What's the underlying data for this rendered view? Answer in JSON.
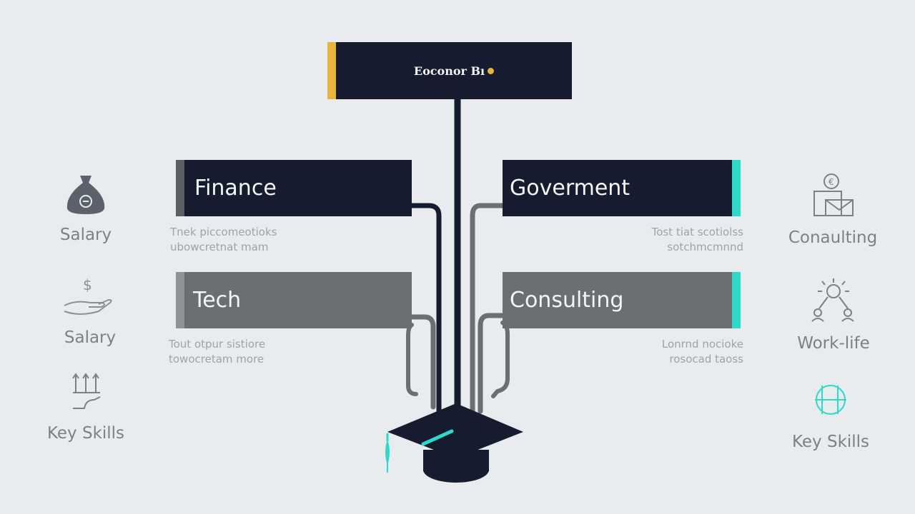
{
  "title": "Eoconor Bı",
  "colors": {
    "background": "#e9ecef",
    "dark_box": "#151c2d",
    "grey_box": "#6b6e72",
    "title_accent": "#e8b53c",
    "teal_accent": "#2fd8c8"
  },
  "branches": [
    {
      "label": "Finance",
      "desc": "Tnek piccomeotioks\nubowcretnat mam"
    },
    {
      "label": "Goverment",
      "desc": "Tost tiat scotiolss\nsotchmcmnnd"
    },
    {
      "label": "Tech",
      "desc": "Tout otpur sistiore\ntowocretam more"
    },
    {
      "label": "Consulting",
      "desc": "Lonrnd nocioke\nrosocad taoss"
    }
  ],
  "left_icons": [
    {
      "label": "Salary",
      "icon": "money-bag-icon"
    },
    {
      "label": "Salary",
      "icon": "hand-dollar-icon"
    },
    {
      "label": "Key Skills",
      "icon": "growth-arrows-icon"
    }
  ],
  "right_icons": [
    {
      "label": "Conaulting",
      "icon": "briefcase-person-icon"
    },
    {
      "label": "Work-life",
      "icon": "balance-people-icon"
    },
    {
      "label": "Key Skills",
      "icon": "target-icon"
    }
  ],
  "bottom_icon": "graduation-cap-icon"
}
